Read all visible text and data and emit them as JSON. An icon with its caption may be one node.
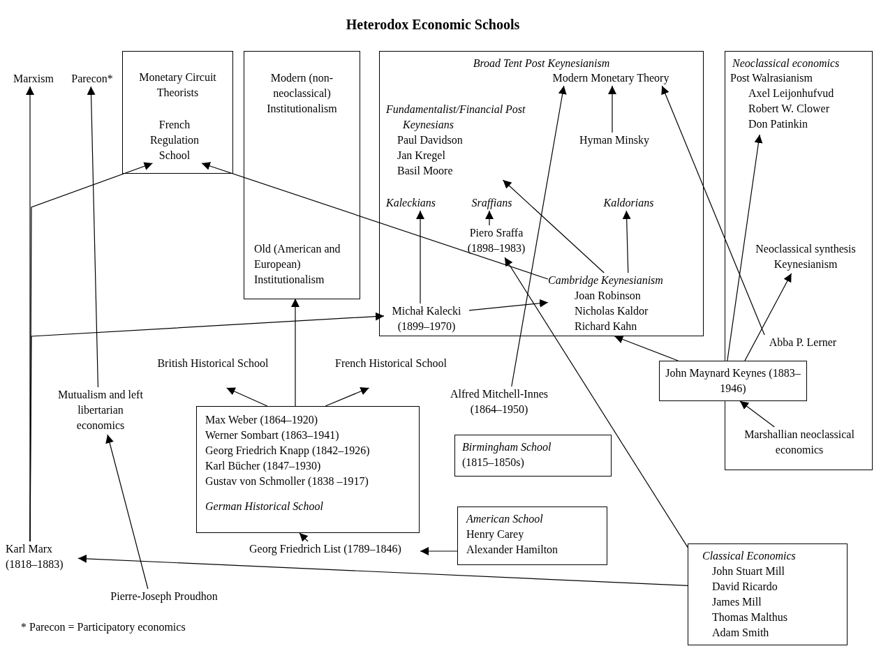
{
  "diagram": {
    "title": "Heterodox Economic Schools",
    "nodes": [
      {
        "text": [
          "Marxism"
        ]
      },
      {
        "text": [
          "Parecon*"
        ]
      },
      {
        "text": [
          "Monetary Circuit Theorists"
        ]
      },
      {
        "text": [
          "French Regulation School"
        ],
        "in": 2
      },
      {
        "text": [],
        "shape": "box"
      },
      {
        "text": [
          "Modern (non-neoclassical) Institutionalism"
        ],
        "in": 4
      },
      {
        "text": [
          "Old (American and European) Institutionalism"
        ],
        "in": 4
      },
      {
        "text": [
          "Broad Tent Post Keynesianism"
        ]
      },
      {
        "text": [
          "Modern Monetary Theory"
        ],
        "in": 7
      },
      {
        "text": [
          "Fundamentalist/Financial Post Keynesians",
          "Paul Davidson",
          "Jan Kregel",
          "Basil Moore"
        ],
        "in": 7
      },
      {
        "text": [
          "Hyman Minsky"
        ],
        "in": 7
      },
      {
        "text": [
          "Kaleckians"
        ],
        "in": 7
      },
      {
        "text": [
          "Sraffians"
        ],
        "in": 7
      },
      {
        "text": [
          "Kaldorians"
        ],
        "in": 7
      },
      {
        "text": [
          "Piero Sraffa (1898–1983)"
        ],
        "in": 7
      },
      {
        "text": [
          "Cambridge Keynesianism",
          "Joan Robinson",
          "Nicholas Kaldor",
          "Richard Kahn"
        ],
        "in": 7
      },
      {
        "text": [
          "Michał Kalecki (1899–1970)"
        ],
        "in": 7
      },
      {
        "text": [
          "Neoclassical economics"
        ]
      },
      {
        "text": [
          "Post Walrasianism",
          "Axel Leijonhufvud",
          "Robert W. Clower",
          "Don Patinkin"
        ],
        "in": 17
      },
      {
        "text": [
          "Neoclassical synthesis Keynesianism"
        ],
        "in": 17
      },
      {
        "text": [
          "Abba P. Lerner"
        ],
        "in": 17
      },
      {
        "text": [
          "John Maynard Keynes (1883–1946)"
        ]
      },
      {
        "text": [
          "Marshallian neoclassical economics"
        ],
        "in": 17
      },
      {
        "text": [
          "British Historical School"
        ]
      },
      {
        "text": [
          "French Historical School"
        ]
      },
      {
        "text": [
          "Mutualism and left libertarian economics"
        ]
      },
      {
        "text": [
          "Max Weber (1864–1920)",
          "Werner Sombart (1863–1941)",
          "Georg Friedrich Knapp (1842–1926)",
          "Karl Bücher (1847–1930)",
          "Gustav von Schmoller (1838 –1917)",
          "German Historical School"
        ]
      },
      {
        "text": [
          "Alfred Mitchell-Innes (1864–1950)"
        ]
      },
      {
        "text": [
          "Birmingham School",
          "(1815–1850s)"
        ]
      },
      {
        "text": [
          "American School",
          "Henry Carey",
          "Alexander Hamilton"
        ]
      },
      {
        "text": [
          "Karl Marx (1818–1883)"
        ]
      },
      {
        "text": [
          "Georg Friedrich List (1789–1846)"
        ]
      },
      {
        "text": [
          "Classical Economics",
          "John Stuart Mill",
          "David Ricardo",
          "James Mill",
          "Thomas Malthus",
          "Adam Smith"
        ]
      },
      {
        "text": [
          "Pierre-Joseph Proudhon"
        ]
      }
    ],
    "edges": [
      {
        "from": 30,
        "to": 0,
        "arrow": "to"
      },
      {
        "from": 30,
        "to": 3,
        "arrow": "to"
      },
      {
        "from": 30,
        "to": 16,
        "arrow": "to"
      },
      {
        "from": 25,
        "to": 1,
        "arrow": "to"
      },
      {
        "from": 33,
        "to": 25,
        "arrow": "to"
      },
      {
        "from": 32,
        "to": 30,
        "arrow": "to"
      },
      {
        "from": 32,
        "to": 14,
        "arrow": "to"
      },
      {
        "from": 15,
        "to": 3,
        "arrow": "to"
      },
      {
        "from": 15,
        "to": 9,
        "arrow": "to"
      },
      {
        "from": 15,
        "to": 13,
        "arrow": "to"
      },
      {
        "from": 16,
        "to": 11,
        "arrow": "to"
      },
      {
        "from": 16,
        "to": 15,
        "arrow": "to"
      },
      {
        "from": 14,
        "to": 12,
        "arrow": "to"
      },
      {
        "from": 10,
        "to": 8,
        "arrow": "to"
      },
      {
        "from": 27,
        "to": 8,
        "arrow": "to"
      },
      {
        "from": 20,
        "to": 8,
        "arrow": "to"
      },
      {
        "from": 21,
        "to": 7,
        "arrow": "to"
      },
      {
        "from": 21,
        "to": 18,
        "arrow": "to"
      },
      {
        "from": 21,
        "to": 19,
        "arrow": "to"
      },
      {
        "from": 22,
        "to": 21,
        "arrow": "to"
      },
      {
        "from": 26,
        "to": 6,
        "arrow": "to"
      },
      {
        "from": 26,
        "to": 23,
        "arrow": "to"
      },
      {
        "from": 26,
        "to": 24,
        "arrow": "to"
      },
      {
        "from": 31,
        "to": 26,
        "arrow": "to"
      },
      {
        "from": 29,
        "to": 31,
        "arrow": "to"
      }
    ],
    "labels": [
      "* Parecon = Participatory economics"
    ]
  }
}
